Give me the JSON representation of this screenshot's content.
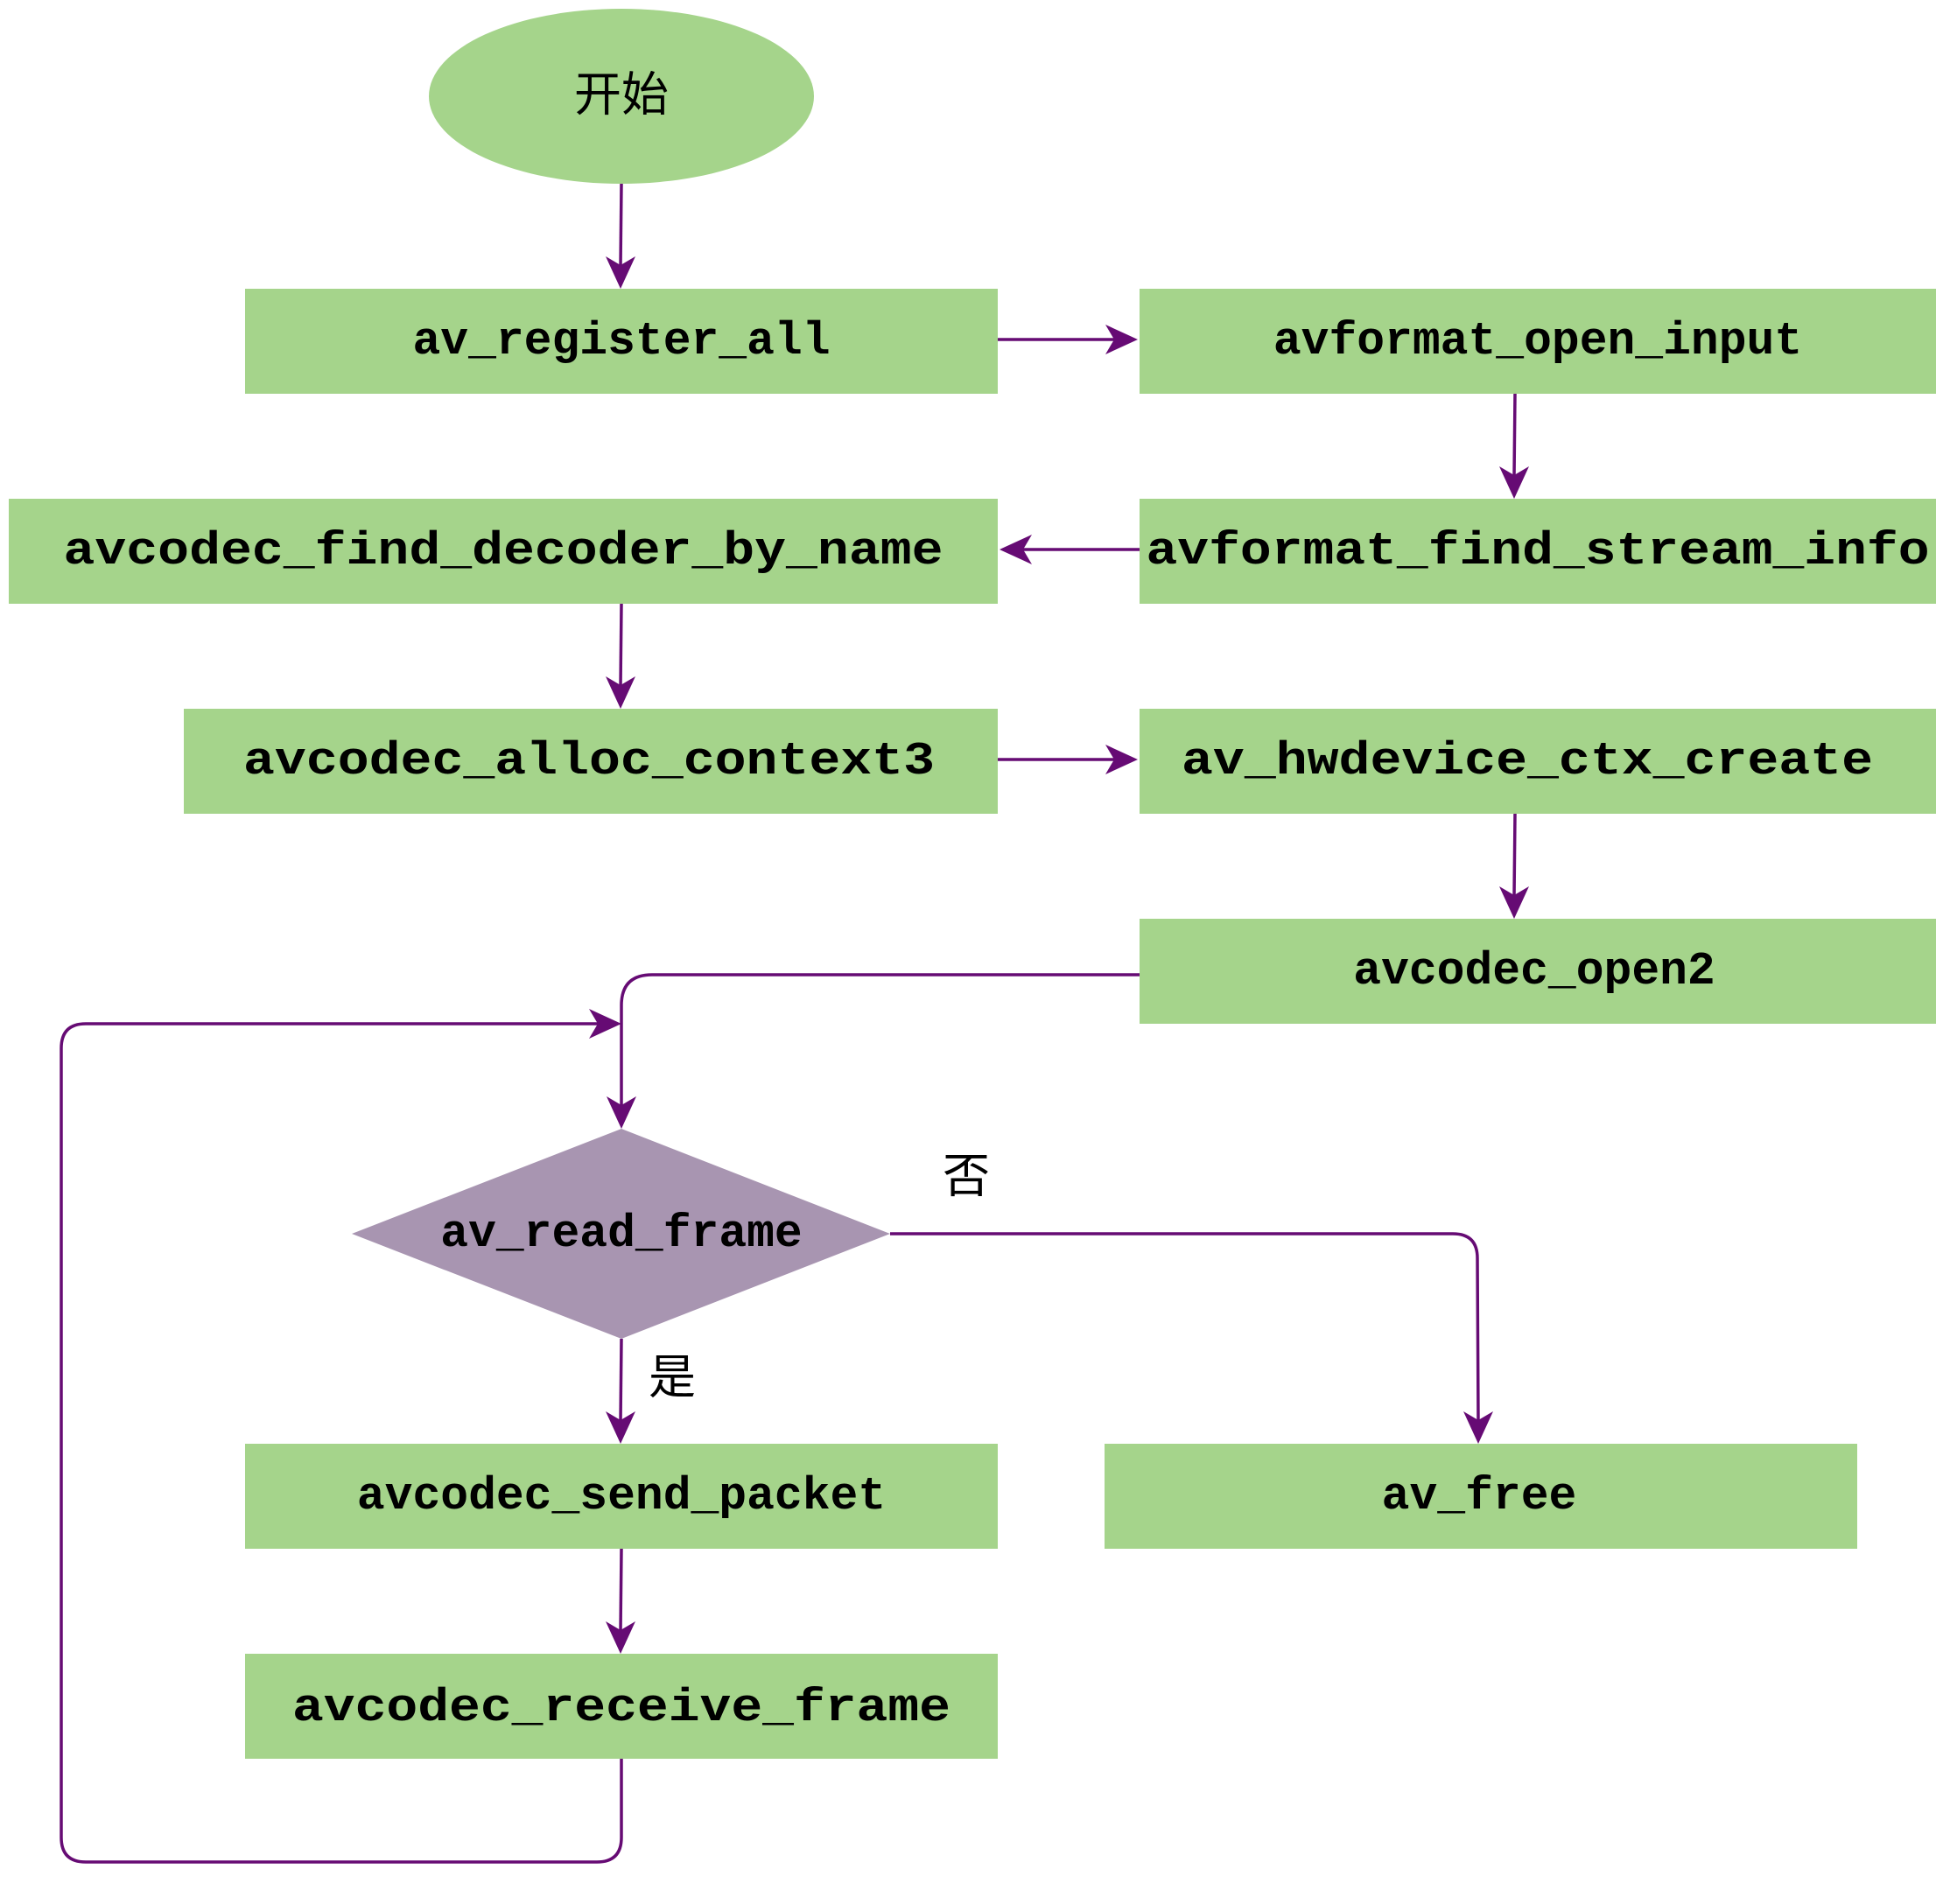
{
  "diagram": {
    "type": "flowchart",
    "colors": {
      "process_fill": "#a5d48b",
      "decision_fill": "#a895b1",
      "edge": "#660b74",
      "text": "#000000"
    },
    "nodes": [
      {
        "id": "start",
        "shape": "ellipse",
        "label": "开始"
      },
      {
        "id": "av_register_all",
        "shape": "rect",
        "label": "av_register_all"
      },
      {
        "id": "avformat_open_input",
        "shape": "rect",
        "label": "avformat_open_input"
      },
      {
        "id": "avformat_find_stream_info",
        "shape": "rect",
        "label": "avformat_find_stream_info"
      },
      {
        "id": "avcodec_find_decoder_by_name",
        "shape": "rect",
        "label": "avcodec_find_decoder_by_name"
      },
      {
        "id": "avcodec_alloc_context3",
        "shape": "rect",
        "label": "avcodec_alloc_context3"
      },
      {
        "id": "av_hwdevice_ctx_create",
        "shape": "rect",
        "label": "av_hwdevice_ctx_create"
      },
      {
        "id": "avcodec_open2",
        "shape": "rect",
        "label": "avcodec_open2"
      },
      {
        "id": "av_read_frame",
        "shape": "diamond",
        "label": "av_read_frame"
      },
      {
        "id": "avcodec_send_packet",
        "shape": "rect",
        "label": "avcodec_send_packet"
      },
      {
        "id": "avcodec_receive_frame",
        "shape": "rect",
        "label": "avcodec_receive_frame"
      },
      {
        "id": "av_free",
        "shape": "rect",
        "label": "av_free"
      }
    ],
    "edges": [
      {
        "from": "start",
        "to": "av_register_all",
        "label": ""
      },
      {
        "from": "av_register_all",
        "to": "avformat_open_input",
        "label": ""
      },
      {
        "from": "avformat_open_input",
        "to": "avformat_find_stream_info",
        "label": ""
      },
      {
        "from": "avformat_find_stream_info",
        "to": "avcodec_find_decoder_by_name",
        "label": ""
      },
      {
        "from": "avcodec_find_decoder_by_name",
        "to": "avcodec_alloc_context3",
        "label": ""
      },
      {
        "from": "avcodec_alloc_context3",
        "to": "av_hwdevice_ctx_create",
        "label": ""
      },
      {
        "from": "av_hwdevice_ctx_create",
        "to": "avcodec_open2",
        "label": ""
      },
      {
        "from": "avcodec_open2",
        "to": "av_read_frame",
        "label": ""
      },
      {
        "from": "av_read_frame",
        "to": "avcodec_send_packet",
        "label": "是"
      },
      {
        "from": "av_read_frame",
        "to": "av_free",
        "label": "否"
      },
      {
        "from": "avcodec_send_packet",
        "to": "avcodec_receive_frame",
        "label": ""
      },
      {
        "from": "avcodec_receive_frame",
        "to": "av_read_frame",
        "label": ""
      }
    ],
    "edge_labels": {
      "yes": "是",
      "no": "否"
    }
  }
}
